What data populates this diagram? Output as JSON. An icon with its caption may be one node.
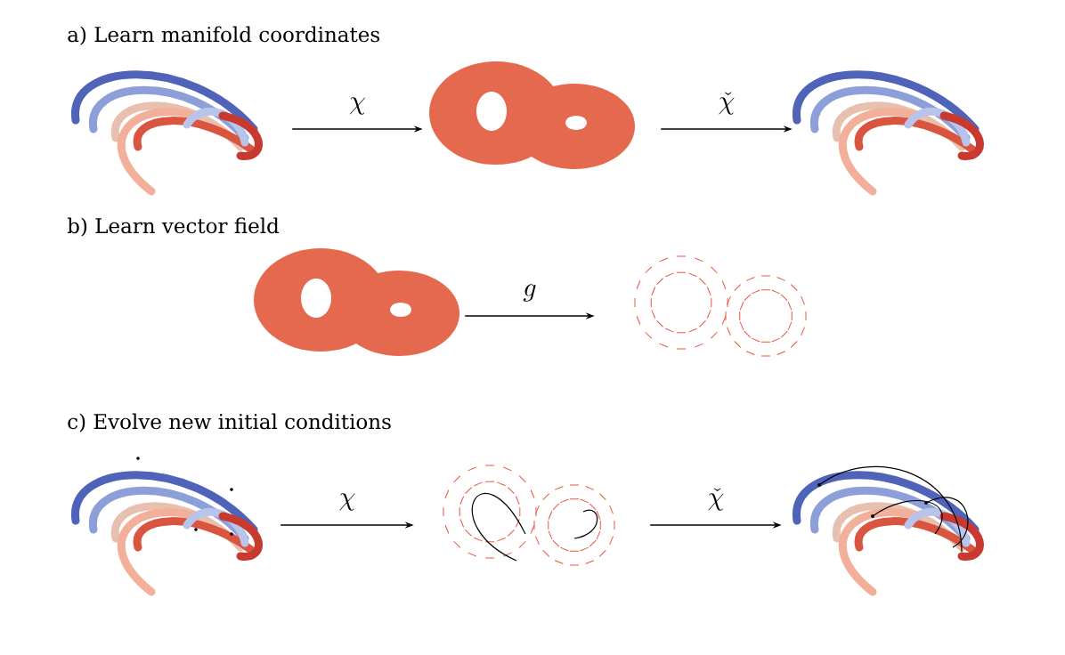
{
  "diagram": {
    "nodes": [
      {
        "text": [],
        "shape": "picture"
      },
      {
        "text": [],
        "shape": "picture"
      },
      {
        "text": [],
        "shape": "picture"
      },
      {
        "text": [],
        "shape": "picture"
      },
      {
        "text": [],
        "shape": "picture"
      },
      {
        "text": [],
        "shape": "picture"
      },
      {
        "text": [],
        "shape": "picture"
      },
      {
        "text": [],
        "shape": "picture"
      }
    ],
    "edges": [
      {
        "from": 0,
        "to": 1,
        "arrow": "to",
        "label": "\\chi"
      },
      {
        "from": 1,
        "to": 2,
        "arrow": "to",
        "label": "\\check{\\chi}"
      },
      {
        "from": 3,
        "to": 4,
        "arrow": "to",
        "label": "g"
      },
      {
        "from": 5,
        "to": 6,
        "arrow": "to",
        "label": "\\chi"
      },
      {
        "from": 6,
        "to": 7,
        "arrow": "to",
        "label": "\\check{\\chi}"
      }
    ],
    "labels": [
      "a) Learn manifold coordinates",
      "b) Learn vector field",
      "c) Evolve new initial conditions"
    ]
  }
}
